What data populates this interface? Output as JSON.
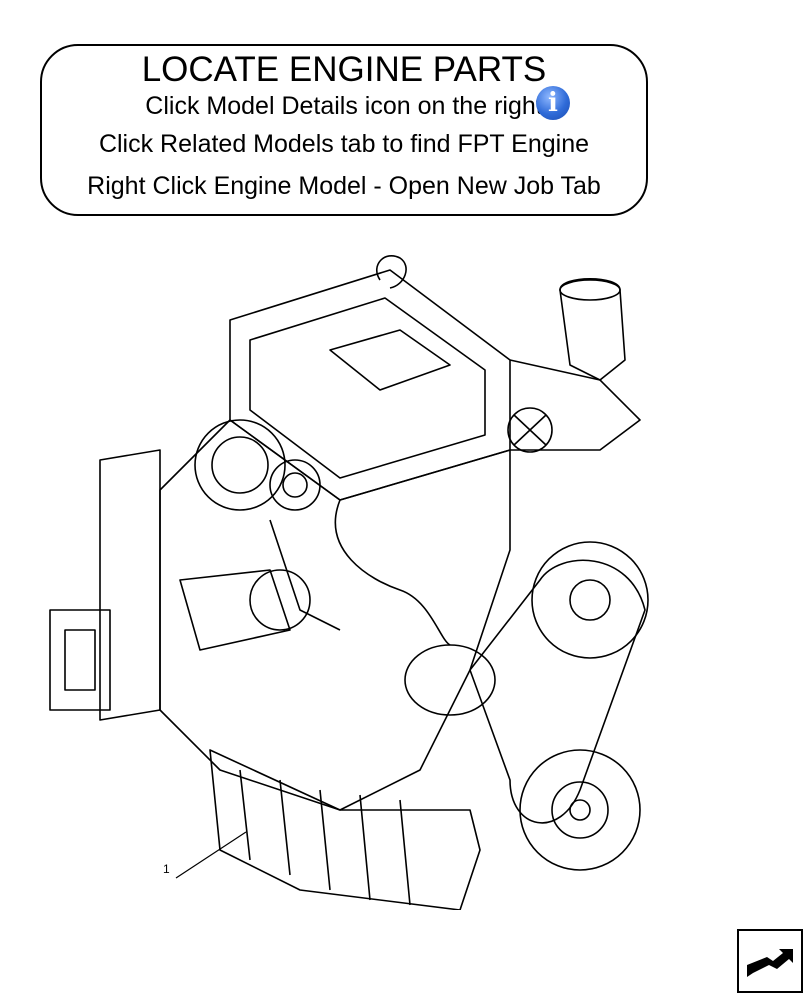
{
  "instruction_box": {
    "title": "LOCATE ENGINE PARTS",
    "line1": "Click Model Details icon on the right",
    "line2": "Click Related Models tab to find FPT Engine",
    "line3": "Right Click Engine Model - Open New Job Tab",
    "info_icon_glyph": "i"
  },
  "drawing": {
    "callout_label": "1"
  },
  "icons": {
    "info": "info-icon",
    "next_page": "arrow-right-icon"
  },
  "colors": {
    "info_icon": "#2f6bd8"
  }
}
